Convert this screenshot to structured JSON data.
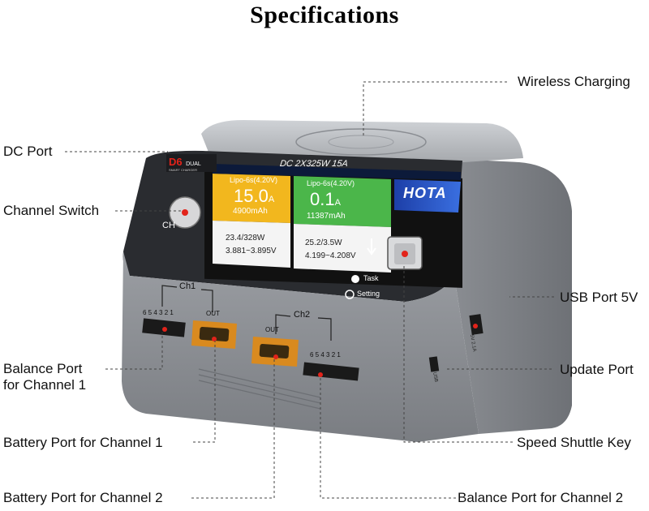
{
  "title": "Specifications",
  "callouts": {
    "wireless_charging": "Wireless Charging",
    "dc_port": "DC Port",
    "channel_switch": "Channel Switch",
    "usb_port": "USB Port 5V",
    "balance_ch1_line1": "Balance Port",
    "balance_ch1_line2": "for Channel 1",
    "update_port": "Update Port",
    "battery_ch1": "Battery Port for Channel 1",
    "speed_key": "Speed Shuttle Key",
    "battery_ch2": "Battery Port for Channel 2",
    "balance_ch2": "Balance Port for Channel 2"
  },
  "device": {
    "model": "D6",
    "model_sub1": "DUAL",
    "model_sub2": "SMART CHARGER",
    "rating": "DC 2X325W 15A",
    "brand": "HOTA",
    "ch_button": "CH",
    "task_label": "Task",
    "setting_label": "Setting",
    "ch1_label": "Ch1",
    "ch2_label": "Ch2",
    "out_label": "OUT",
    "pins": "6 5 4 3 2 1",
    "usb_side_label": "5V 2.1A",
    "update_side_label": "USB"
  },
  "screen": {
    "ch1": {
      "mode": "Lipo-6s(4.20V)",
      "current": "15.0",
      "current_unit": "A",
      "capacity": "4900mAh",
      "power": "23.4/328W",
      "voltage": "3.881~3.895V"
    },
    "ch2": {
      "mode": "Lipo-6s(4.20V)",
      "current": "0.1",
      "current_unit": "A",
      "capacity": "11387mAh",
      "power": "25.2/3.5W",
      "voltage": "4.199~4.208V"
    }
  },
  "colors": {
    "ch1_panel": "#f2b71e",
    "ch2_panel": "#4bb64a",
    "body": "#8e9196",
    "accent_red": "#e2231a",
    "connector": "#d98a1f"
  }
}
